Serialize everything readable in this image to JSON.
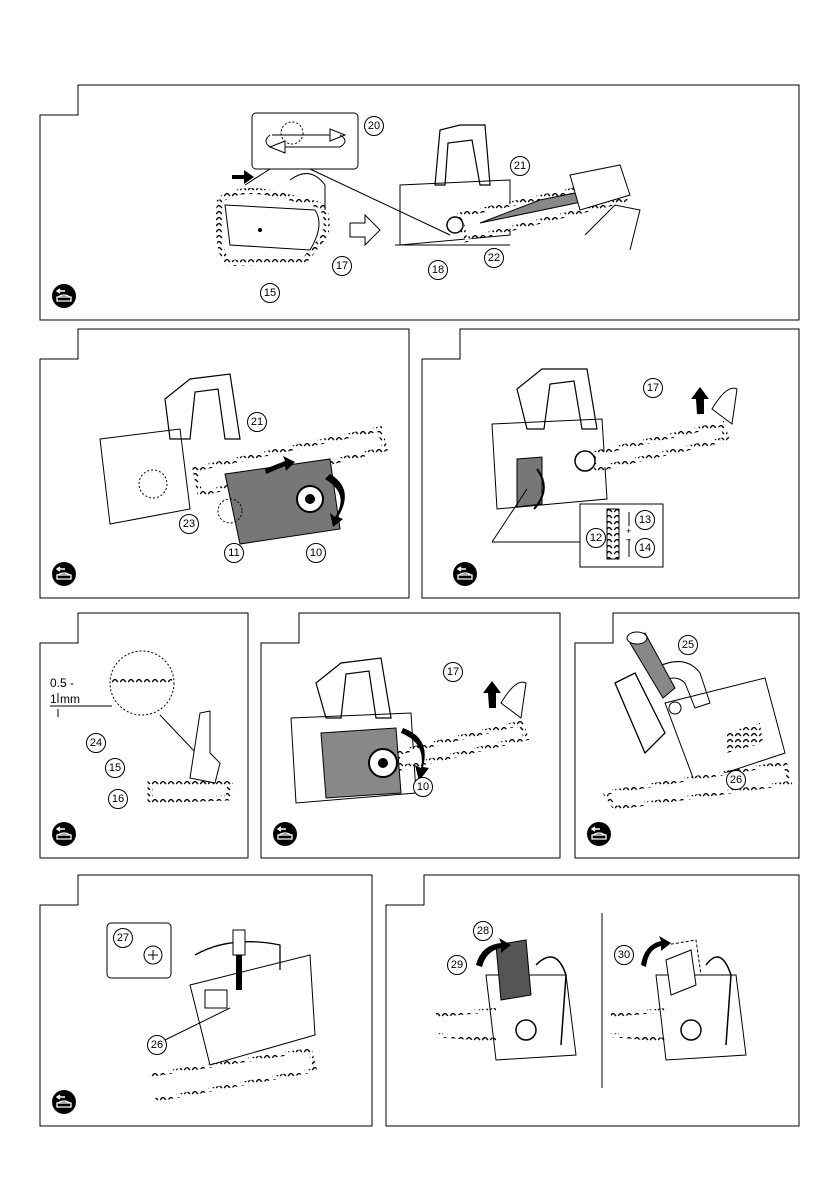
{
  "callouts": {
    "p1": [
      "20",
      "21",
      "17",
      "15",
      "18",
      "22"
    ],
    "p2": [
      "21",
      "23",
      "11",
      "10"
    ],
    "p3": [
      "17",
      "12",
      "13",
      "14"
    ],
    "p4": [
      "24",
      "15",
      "16"
    ],
    "p5": [
      "17",
      "10"
    ],
    "p6": [
      "25",
      "26"
    ],
    "p7": [
      "27",
      "26"
    ],
    "p8": [
      "28",
      "29",
      "30"
    ]
  },
  "texts": {
    "gap_top": "0.5 -",
    "gap_bottom": "1 mm",
    "scale_plus": "+",
    "scale_minus": "–"
  },
  "icons": {
    "reference": "manual-reference-icon"
  }
}
